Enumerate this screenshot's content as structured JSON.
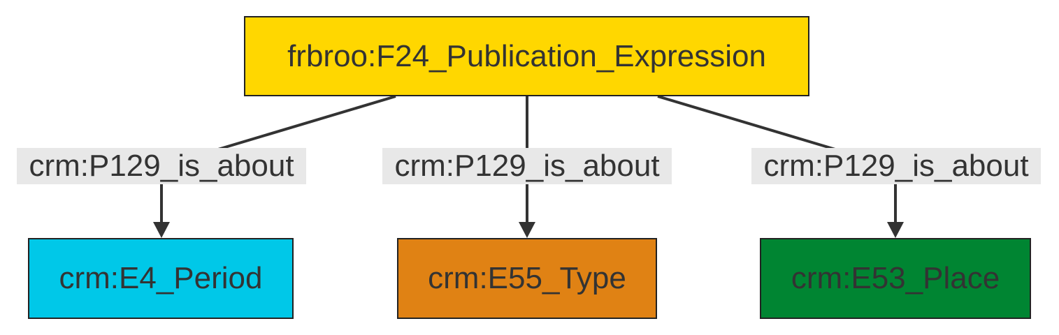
{
  "diagram": {
    "nodes": {
      "root": {
        "label": "frbroo:F24_Publication_Expression",
        "color": "#FFD700"
      },
      "period": {
        "label": "crm:E4_Period",
        "color": "#00C8E8"
      },
      "type": {
        "label": "crm:E55_Type",
        "color": "#E08214"
      },
      "place": {
        "label": "crm:E53_Place",
        "color": "#008532"
      }
    },
    "edges": [
      {
        "from": "root",
        "to": "period",
        "label": "crm:P129_is_about"
      },
      {
        "from": "root",
        "to": "type",
        "label": "crm:P129_is_about"
      },
      {
        "from": "root",
        "to": "place",
        "label": "crm:P129_is_about"
      }
    ],
    "style": {
      "edge_color": "#333333",
      "label_background": "#E8E8E8",
      "text_color": "#333333"
    }
  }
}
